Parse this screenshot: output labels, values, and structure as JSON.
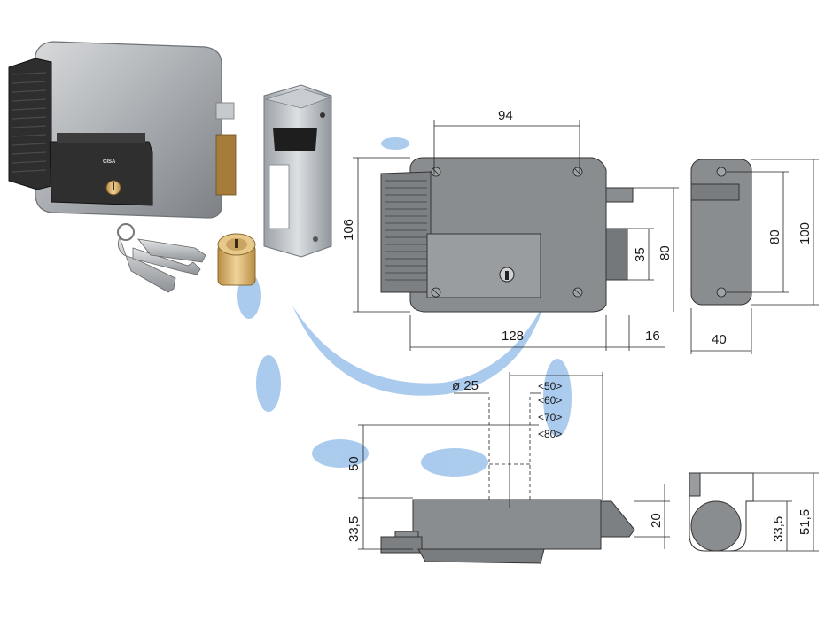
{
  "product": {
    "brand_mark": "CISA"
  },
  "front_view": {
    "width_top_holes": "94",
    "height_overall": "106",
    "bolt_height_inner": "35",
    "bolt_height_outer": "80",
    "body_width": "128",
    "bolt_projection": "16"
  },
  "strike_view": {
    "hole_spacing": "80",
    "height": "100",
    "width": "40"
  },
  "top_view": {
    "cylinder_diameter": "ø 25",
    "backsets": [
      "<50>",
      "<60>",
      "<70>",
      "<80>"
    ],
    "depth_to_cylinder": "50",
    "case_depth": "33,5",
    "bolt_width": "20"
  },
  "strike_side_view": {
    "depth_inner": "33,5",
    "depth_outer": "51,5"
  },
  "colors": {
    "body_gray": "#8a8d90",
    "dark_handle": "#3a3a3a",
    "brass": "#d9b36c",
    "watermark_blue": "#9cc3ea"
  }
}
